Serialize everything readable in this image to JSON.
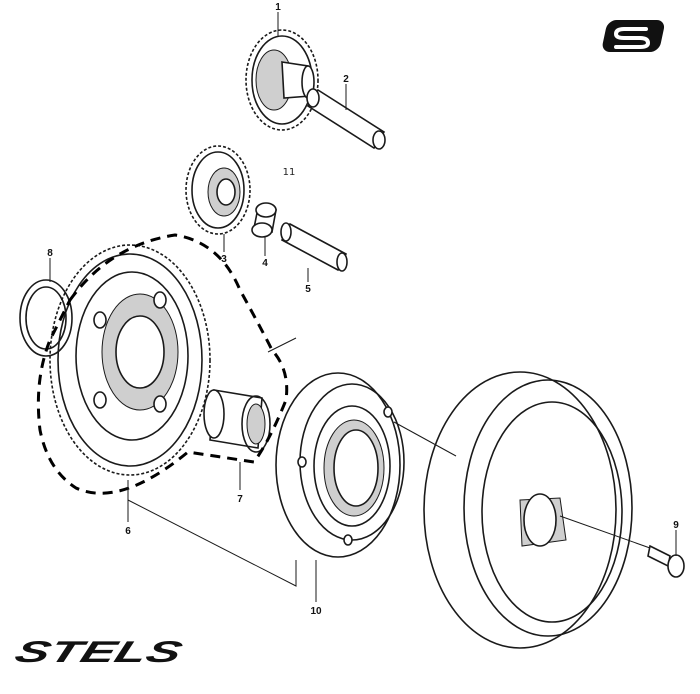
{
  "diagram": {
    "part_labels": [
      {
        "id": "1",
        "text": "1"
      },
      {
        "id": "2",
        "text": "2"
      },
      {
        "id": "3",
        "text": "3"
      },
      {
        "id": "4",
        "text": "4"
      },
      {
        "id": "5",
        "text": "5"
      },
      {
        "id": "6",
        "text": "6"
      },
      {
        "id": "7",
        "text": "7"
      },
      {
        "id": "8",
        "text": "8"
      },
      {
        "id": "9",
        "text": "9"
      },
      {
        "id": "10",
        "text": "10"
      },
      {
        "id": "11",
        "text": "11"
      }
    ],
    "brand_logo_text": "STELS",
    "brand_icon": "stels-s-badge-icon"
  },
  "colors": {
    "ink": "#1a1a1a",
    "background": "#ffffff"
  }
}
